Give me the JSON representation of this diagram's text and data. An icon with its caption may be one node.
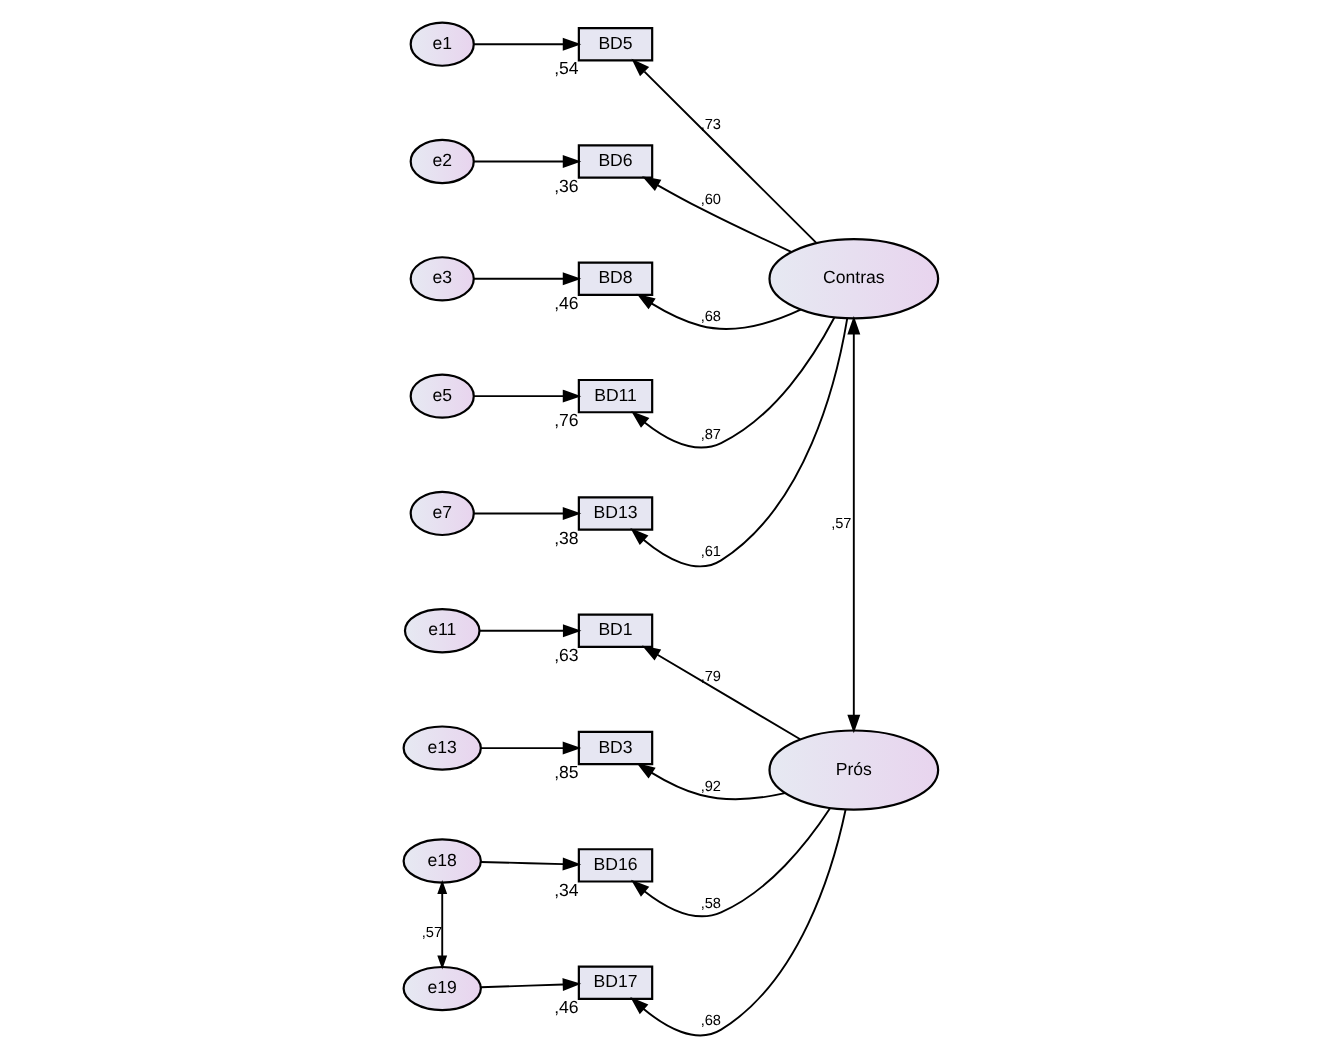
{
  "diagram": {
    "nodes": [
      {
        "text": [
          "e1"
        ]
      },
      {
        "text": [
          "e2"
        ]
      },
      {
        "text": [
          "e3"
        ]
      },
      {
        "text": [
          "e5"
        ]
      },
      {
        "text": [
          "e7"
        ]
      },
      {
        "text": [
          "e11"
        ]
      },
      {
        "text": [
          "e13"
        ]
      },
      {
        "text": [
          "e18"
        ]
      },
      {
        "text": [
          "e19"
        ]
      },
      {
        "text": [
          "BD5"
        ],
        "beside": [
          ",54"
        ]
      },
      {
        "text": [
          "BD6"
        ],
        "beside": [
          ",36"
        ]
      },
      {
        "text": [
          "BD8"
        ],
        "beside": [
          ",46"
        ]
      },
      {
        "text": [
          "BD11"
        ],
        "beside": [
          ",76"
        ]
      },
      {
        "text": [
          "BD13"
        ],
        "beside": [
          ",38"
        ]
      },
      {
        "text": [
          "BD1"
        ],
        "beside": [
          ",63"
        ]
      },
      {
        "text": [
          "BD3"
        ],
        "beside": [
          ",85"
        ]
      },
      {
        "text": [
          "BD16"
        ],
        "beside": [
          ",34"
        ]
      },
      {
        "text": [
          "BD17"
        ],
        "beside": [
          ",46"
        ]
      },
      {
        "text": [
          "Contras"
        ]
      },
      {
        "text": [
          "Prós"
        ]
      }
    ],
    "edges": [
      {
        "from": 0,
        "to": 9,
        "arrow": "to"
      },
      {
        "from": 1,
        "to": 10,
        "arrow": "to"
      },
      {
        "from": 2,
        "to": 11,
        "arrow": "to"
      },
      {
        "from": 3,
        "to": 12,
        "arrow": "to"
      },
      {
        "from": 4,
        "to": 13,
        "arrow": "to"
      },
      {
        "from": 5,
        "to": 14,
        "arrow": "to"
      },
      {
        "from": 6,
        "to": 15,
        "arrow": "to"
      },
      {
        "from": 7,
        "to": 16,
        "arrow": "to"
      },
      {
        "from": 8,
        "to": 17,
        "arrow": "to"
      },
      {
        "from": 18,
        "to": 9,
        "arrow": "to",
        "label": ",73"
      },
      {
        "from": 18,
        "to": 10,
        "arrow": "to",
        "label": ",60"
      },
      {
        "from": 18,
        "to": 11,
        "arrow": "to",
        "label": ",68"
      },
      {
        "from": 18,
        "to": 12,
        "arrow": "to",
        "label": ",87"
      },
      {
        "from": 18,
        "to": 13,
        "arrow": "to",
        "label": ",61"
      },
      {
        "from": 19,
        "to": 14,
        "arrow": "to",
        "label": ",79"
      },
      {
        "from": 19,
        "to": 15,
        "arrow": "to",
        "label": ",92"
      },
      {
        "from": 19,
        "to": 16,
        "arrow": "to",
        "label": ",58"
      },
      {
        "from": 19,
        "to": 17,
        "arrow": "to",
        "label": ",68"
      },
      {
        "from": 18,
        "to": 19,
        "arrow": "both",
        "label": ",57"
      },
      {
        "from": 7,
        "to": 8,
        "arrow": "both",
        "label": ",57"
      }
    ]
  }
}
